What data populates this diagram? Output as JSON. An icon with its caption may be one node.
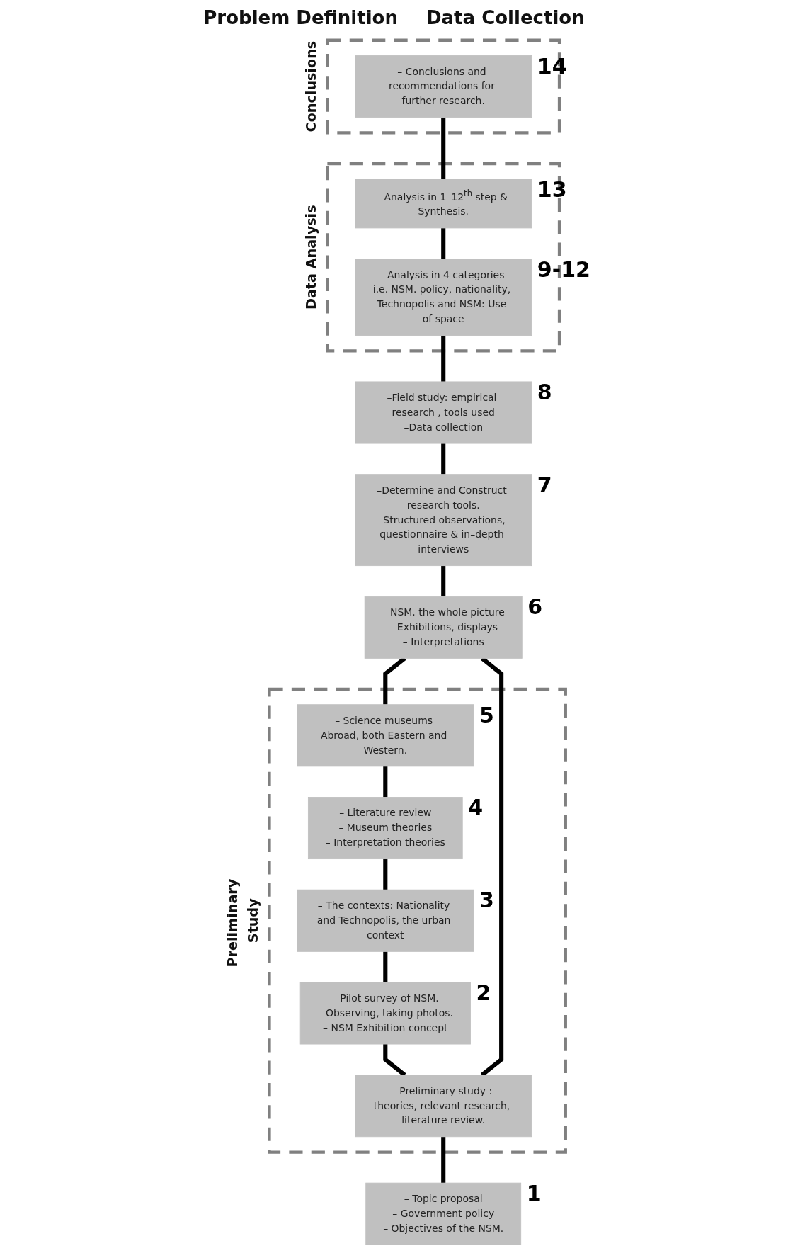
{
  "diagram": {
    "nodes": [
      {
        "text": [
          "– Topic proposal",
          "– Government policy",
          "– Objectives of the NSM."
        ],
        "beside": [
          "1"
        ]
      },
      {
        "text": [
          "Preliminary Study"
        ]
      },
      {
        "text": [
          "– Preliminary study : theories, relevant research, literature review."
        ],
        "in": 1
      },
      {
        "text": [
          "– Pilot survey of NSM.",
          "– Observing, taking photos.",
          "– NSM Exhibition concept"
        ],
        "in": 1,
        "beside": [
          "2"
        ]
      },
      {
        "text": [
          "– The contexts: Nationality and Technopolis, the urban context"
        ],
        "in": 1,
        "beside": [
          "3"
        ]
      },
      {
        "text": [
          "– Literature review",
          "– Museum theories",
          "– Interpretation theories"
        ],
        "in": 1,
        "beside": [
          "4"
        ]
      },
      {
        "text": [
          "– Science museums Abroad, both Eastern and Western."
        ],
        "in": 1,
        "beside": [
          "5"
        ]
      },
      {
        "text": [
          "– NSM. the whole picture",
          "– Exhibitions, displays",
          "– Interpretations"
        ],
        "beside": [
          "6"
        ]
      },
      {
        "text": [
          "–Determine and Construct research tools.",
          "–Structured observations, questionnaire & in–depth interviews"
        ],
        "beside": [
          "7"
        ]
      },
      {
        "text": [
          "–Field study: empirical research , tools used",
          "–Data collection"
        ],
        "beside": [
          "8"
        ]
      },
      {
        "text": [
          "Data Analysis"
        ]
      },
      {
        "text": [
          "– Analysis in 4 categories i.e. NSM. policy, nationality, Technopolis and NSM: Use of space"
        ],
        "in": 10,
        "beside": [
          "9-12"
        ]
      },
      {
        "text": [
          "– Analysis in 1–12$^{th}$ step & Synthesis."
        ],
        "in": 10,
        "beside": [
          "13"
        ]
      },
      {
        "text": [
          "Conclusions"
        ]
      },
      {
        "text": [
          "– Conclusions and recommendations for further research."
        ],
        "in": 13,
        "beside": [
          "14"
        ]
      }
    ],
    "edges": [
      {
        "from": 0,
        "to": 2,
        "arrow": "none"
      },
      {
        "from": 2,
        "to": 3,
        "arrow": "none"
      },
      {
        "from": 3,
        "to": 4,
        "arrow": "none"
      },
      {
        "from": 4,
        "to": 5,
        "arrow": "none"
      },
      {
        "from": 5,
        "to": 6,
        "arrow": "none"
      },
      {
        "from": 6,
        "to": 7,
        "arrow": "none"
      },
      {
        "from": 2,
        "to": 7,
        "arrow": "none"
      },
      {
        "from": 7,
        "to": 8,
        "arrow": "none"
      },
      {
        "from": 8,
        "to": 9,
        "arrow": "none"
      },
      {
        "from": 9,
        "to": 11,
        "arrow": "none"
      },
      {
        "from": 11,
        "to": 12,
        "arrow": "none"
      },
      {
        "from": 12,
        "to": 14,
        "arrow": "none"
      }
    ],
    "labels": [
      "Problem Definition",
      "Data Collection"
    ]
  }
}
